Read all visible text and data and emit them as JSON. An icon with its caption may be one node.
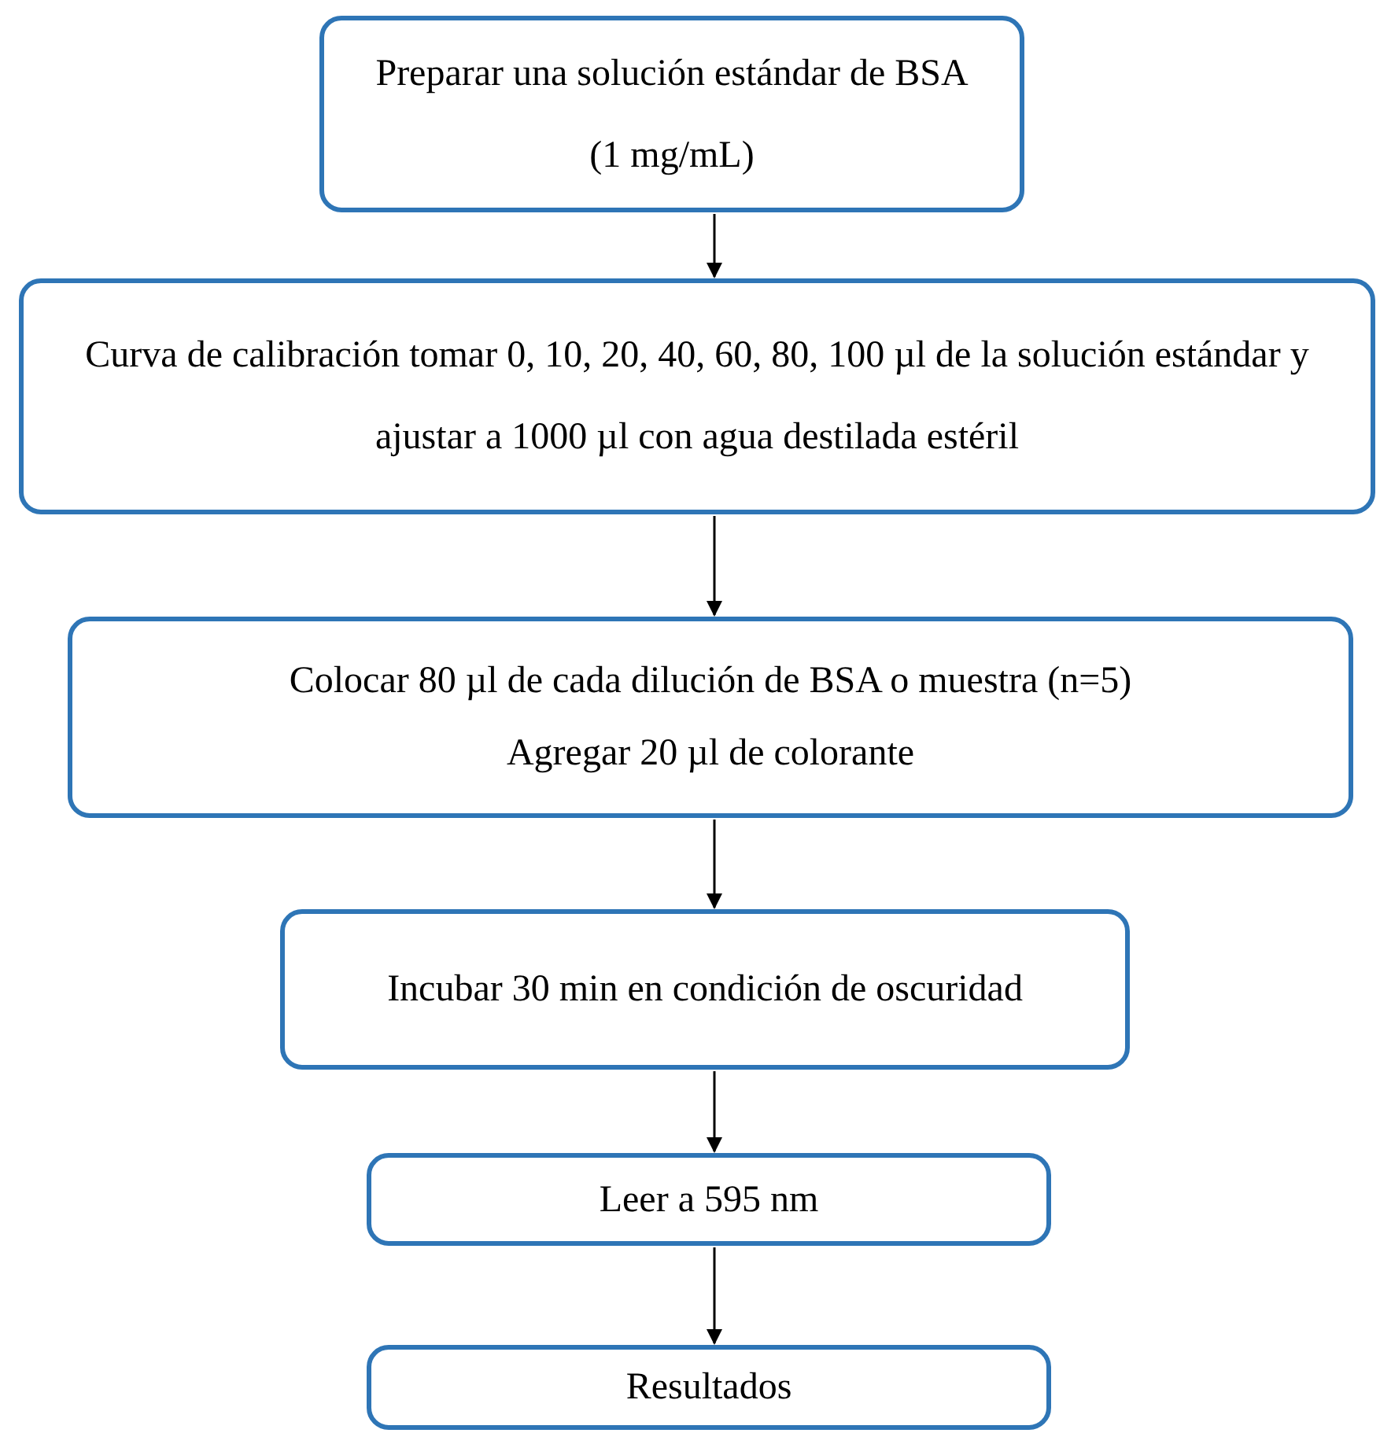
{
  "diagram": {
    "nodes": [
      {
        "text": [
          "Preparar una solución estándar de BSA (1 mg/mL)"
        ]
      },
      {
        "text": [
          "Curva de calibración tomar 0, 10, 20, 40, 60, 80, 100 µl de la solución estándar y ajustar a 1000 µl con agua destilada estéril"
        ]
      },
      {
        "text": [
          "Colocar 80 µl de cada dilución de BSA o muestra (n=5)",
          "Agregar 20 µl de colorante"
        ]
      },
      {
        "text": [
          "Incubar 30 min en condición de oscuridad"
        ]
      },
      {
        "text": [
          "Leer a 595 nm"
        ]
      },
      {
        "text": [
          "Resultados"
        ]
      }
    ],
    "edges": [
      {
        "from": 0,
        "to": 1,
        "arrow": "to"
      },
      {
        "from": 1,
        "to": 2,
        "arrow": "to"
      },
      {
        "from": 2,
        "to": 3,
        "arrow": "to"
      },
      {
        "from": 3,
        "to": 4,
        "arrow": "to"
      },
      {
        "from": 4,
        "to": 5,
        "arrow": "to"
      }
    ]
  }
}
